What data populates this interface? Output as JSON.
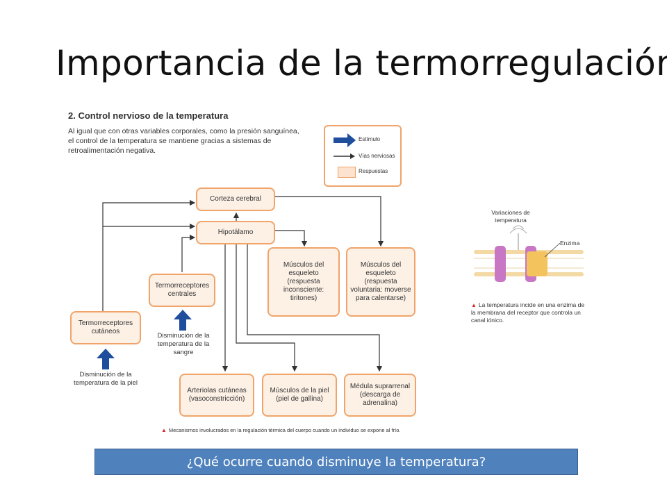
{
  "title": "Importancia de la termorregulación",
  "section": {
    "heading": "2. Control nervioso de la temperatura",
    "intro": "Al igual que con otras variables corporales, como la presión sanguínea, el control de la temperatura se mantiene gracias a sistemas de retroalimentación negativa."
  },
  "legend": {
    "stimulus": "Estímulo",
    "nerve_paths": "Vías nerviosas",
    "responses": "Respuestas"
  },
  "nodes": {
    "corteza": "Corteza cerebral",
    "hipotalamo": "Hipotálamo",
    "musculos_involuntaria": "Músculos del esqueleto (respuesta inconsciente: tiritones)",
    "musculos_voluntaria": "Músculos del esqueleto (respuesta voluntaria: moverse para calentarse)",
    "termo_centrales": "Termorreceptores centrales",
    "termo_cutaneos": "Termorreceptores cutáneos",
    "arteriolas": "Arteriolas cutáneas (vasoconstricción)",
    "musculos_piel": "Músculos de la piel (piel de gallina)",
    "medula": "Médula suprarrenal (descarga de adrenalina)"
  },
  "stimuli": {
    "sangre": "Disminución de la temperatura de la sangre",
    "piel": "Disminución de la temperatura de la piel"
  },
  "diagram_caption": "Mecanismos involucrados en la regulación térmica del cuerpo cuando un individuo se expone al frío.",
  "receptor_panel": {
    "variation_label": "Variaciones de temperatura",
    "enzyme_label": "Enzima",
    "caption": "La temperatura incide en una enzima de la membrana del receptor que controla un canal iónico."
  },
  "question": "¿Qué ocurre cuando disminuye la temperatura?",
  "colors": {
    "node_border": "#f0a46a",
    "node_fill": "#fdf1e6",
    "stimulus_arrow": "#1f4e9c",
    "question_bar": "#4f81bd"
  }
}
